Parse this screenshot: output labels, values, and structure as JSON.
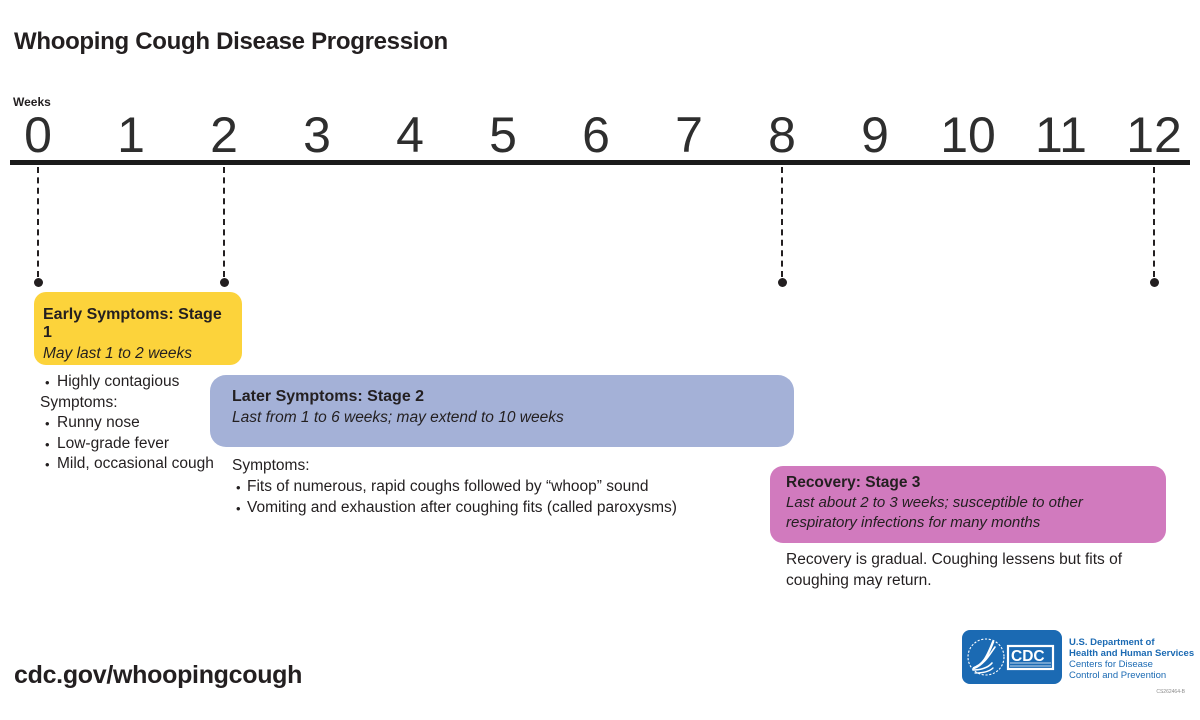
{
  "title": "Whooping Cough Disease Progression",
  "colors": {
    "ink": "#231f20",
    "stage1_fill": "#fcd33b",
    "stage2_fill": "#a4b1d7",
    "stage3_fill": "#d17abe",
    "cdc_blue": "#1b6ab3"
  },
  "timeline": {
    "label": "Weeks",
    "ticks": [
      "0",
      "1",
      "2",
      "3",
      "4",
      "5",
      "6",
      "7",
      "8",
      "9",
      "10",
      "11",
      "12"
    ],
    "marker_weeks": [
      0,
      2,
      8,
      12
    ]
  },
  "stage1": {
    "title": "Early Symptoms: Stage 1",
    "duration": "May last 1 to 2 weeks",
    "lead_bullet": "Highly contagious",
    "symptoms_label": "Symptoms:",
    "symptoms": [
      "Runny nose",
      "Low-grade fever",
      "Mild, occasional cough"
    ]
  },
  "stage2": {
    "title": "Later Symptoms: Stage 2",
    "duration": "Last from 1 to 6 weeks; may extend to 10 weeks",
    "symptoms_label": "Symptoms:",
    "symptoms": [
      "Fits of numerous, rapid coughs followed by “whoop” sound",
      "Vomiting and exhaustion after coughing fits (called paroxysms)"
    ]
  },
  "stage3": {
    "title": "Recovery: Stage 3",
    "duration": "Last about 2 to 3 weeks; susceptible to other respiratory infections for many months",
    "note": "Recovery is gradual. Coughing lessens but fits of coughing may return."
  },
  "footer": {
    "url": "cdc.gov/whoopingcough",
    "logo_wordmark": "CDC",
    "agency_line1": "U.S. Department of",
    "agency_line2": "Health and Human Services",
    "agency_line3": "Centers for Disease",
    "agency_line4": "Control and Prevention",
    "doc_code": "CS262464-B"
  }
}
